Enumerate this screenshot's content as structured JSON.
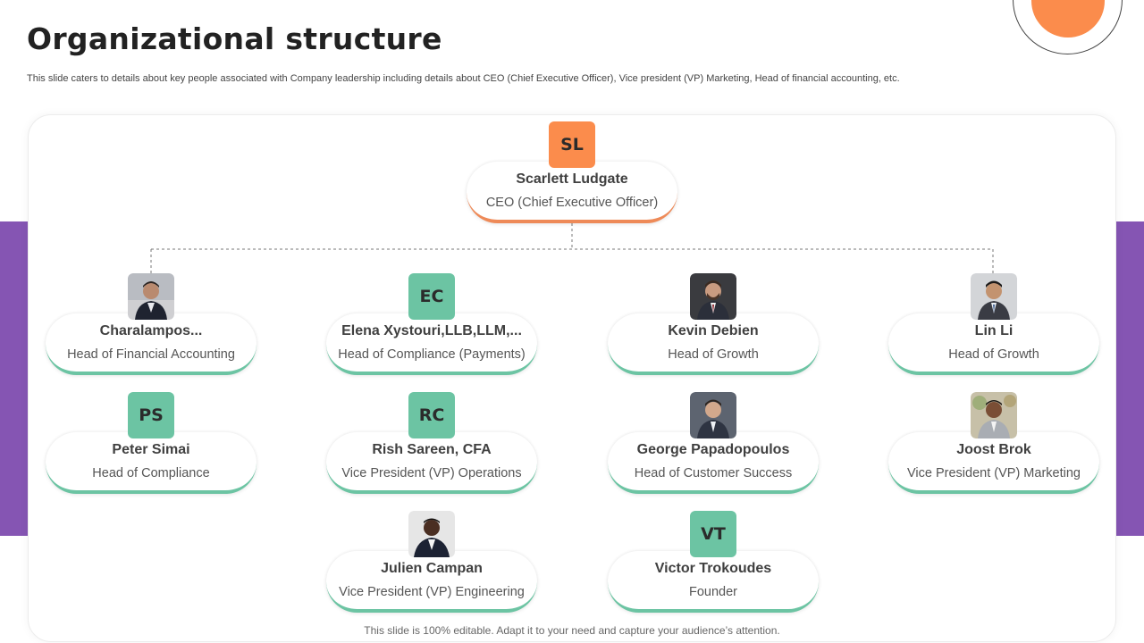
{
  "title": "Organizational structure",
  "subtitle": "This slide caters to details about key  people associated with Company leadership including details about CEO (Chief Executive  Officer), Vice president (VP) Marketing,  Head of financial accounting, etc.",
  "footer": "This slide is 100% editable. Adapt it to your need and capture your audience’s attention.",
  "colors": {
    "accent_orange": "#fb8c4c",
    "accent_green": "#6cc4a3",
    "accent_purple": "#8555b3"
  },
  "ceo": {
    "initials": "SL",
    "name": "Scarlett Ludgate",
    "role": "CEO (Chief Executive  Officer)"
  },
  "members": [
    {
      "initials": "",
      "avatar": "photo",
      "name": "Charalampos...",
      "role": "Head of Financial Accounting"
    },
    {
      "initials": "EC",
      "avatar": "initials",
      "name": "Elena Xystouri,LLB,LLM,...",
      "role": "Head of Compliance (Payments)"
    },
    {
      "initials": "",
      "avatar": "photo",
      "name": "Kevin Debien",
      "role": "Head of Growth"
    },
    {
      "initials": "",
      "avatar": "photo",
      "name": "Lin Li",
      "role": "Head of Growth"
    },
    {
      "initials": "PS",
      "avatar": "initials",
      "name": "Peter Simai",
      "role": "Head of Compliance"
    },
    {
      "initials": "RC",
      "avatar": "initials",
      "name": "Rish Sareen, CFA",
      "role": "Vice President (VP) Operations"
    },
    {
      "initials": "",
      "avatar": "photo",
      "name": "George Papadopoulos",
      "role": "Head of Customer Success"
    },
    {
      "initials": "",
      "avatar": "photo",
      "name": "Joost Brok",
      "role": "Vice President (VP) Marketing"
    },
    {
      "initials": "",
      "avatar": "photo",
      "name": "Julien Campan",
      "role": "Vice President (VP) Engineering"
    },
    {
      "initials": "VT",
      "avatar": "initials",
      "name": "Victor Trokoudes",
      "role": "Founder"
    }
  ]
}
